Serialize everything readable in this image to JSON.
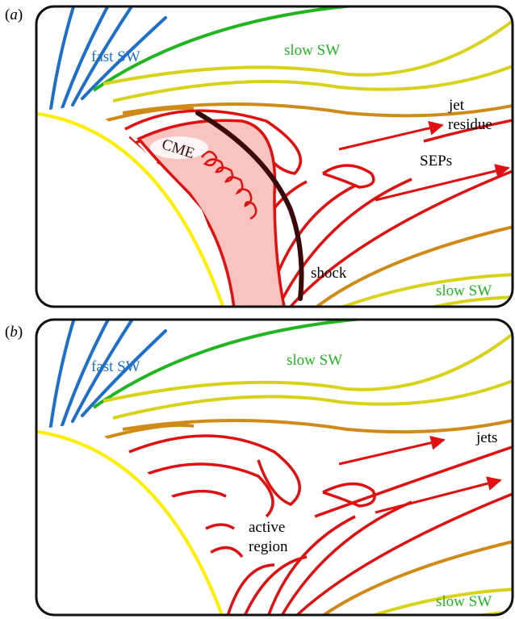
{
  "panels": [
    {
      "label_open": "(",
      "label_letter": "a",
      "label_close": ")",
      "labels": {
        "fast_sw": "fast SW",
        "slow_sw_top": "slow SW",
        "jet_residue_line1": "jet",
        "jet_residue_line2": "residue",
        "seps": "SEPs",
        "cme": "CME",
        "shock": "shock",
        "slow_sw_bottom": "slow SW"
      }
    },
    {
      "label_open": "(",
      "label_letter": "b",
      "label_close": ")",
      "labels": {
        "fast_sw": "fast SW",
        "slow_sw_top": "slow SW",
        "jets": "jets",
        "active_region_line1": "active",
        "active_region_line2": "region",
        "slow_sw_bottom": "slow SW"
      }
    }
  ],
  "colors": {
    "fast_sw": "#1e6fc9",
    "green_line": "#22b522",
    "yellow_line": "#d9d21a",
    "orange_line": "#d08a18",
    "red_line": "#e01010",
    "shock": "#3a0a0a",
    "sun_limb": "#ffee00",
    "cme_fill": "#f7c4c0",
    "label_blue": "#1e6fc9",
    "label_green": "#22b522"
  }
}
